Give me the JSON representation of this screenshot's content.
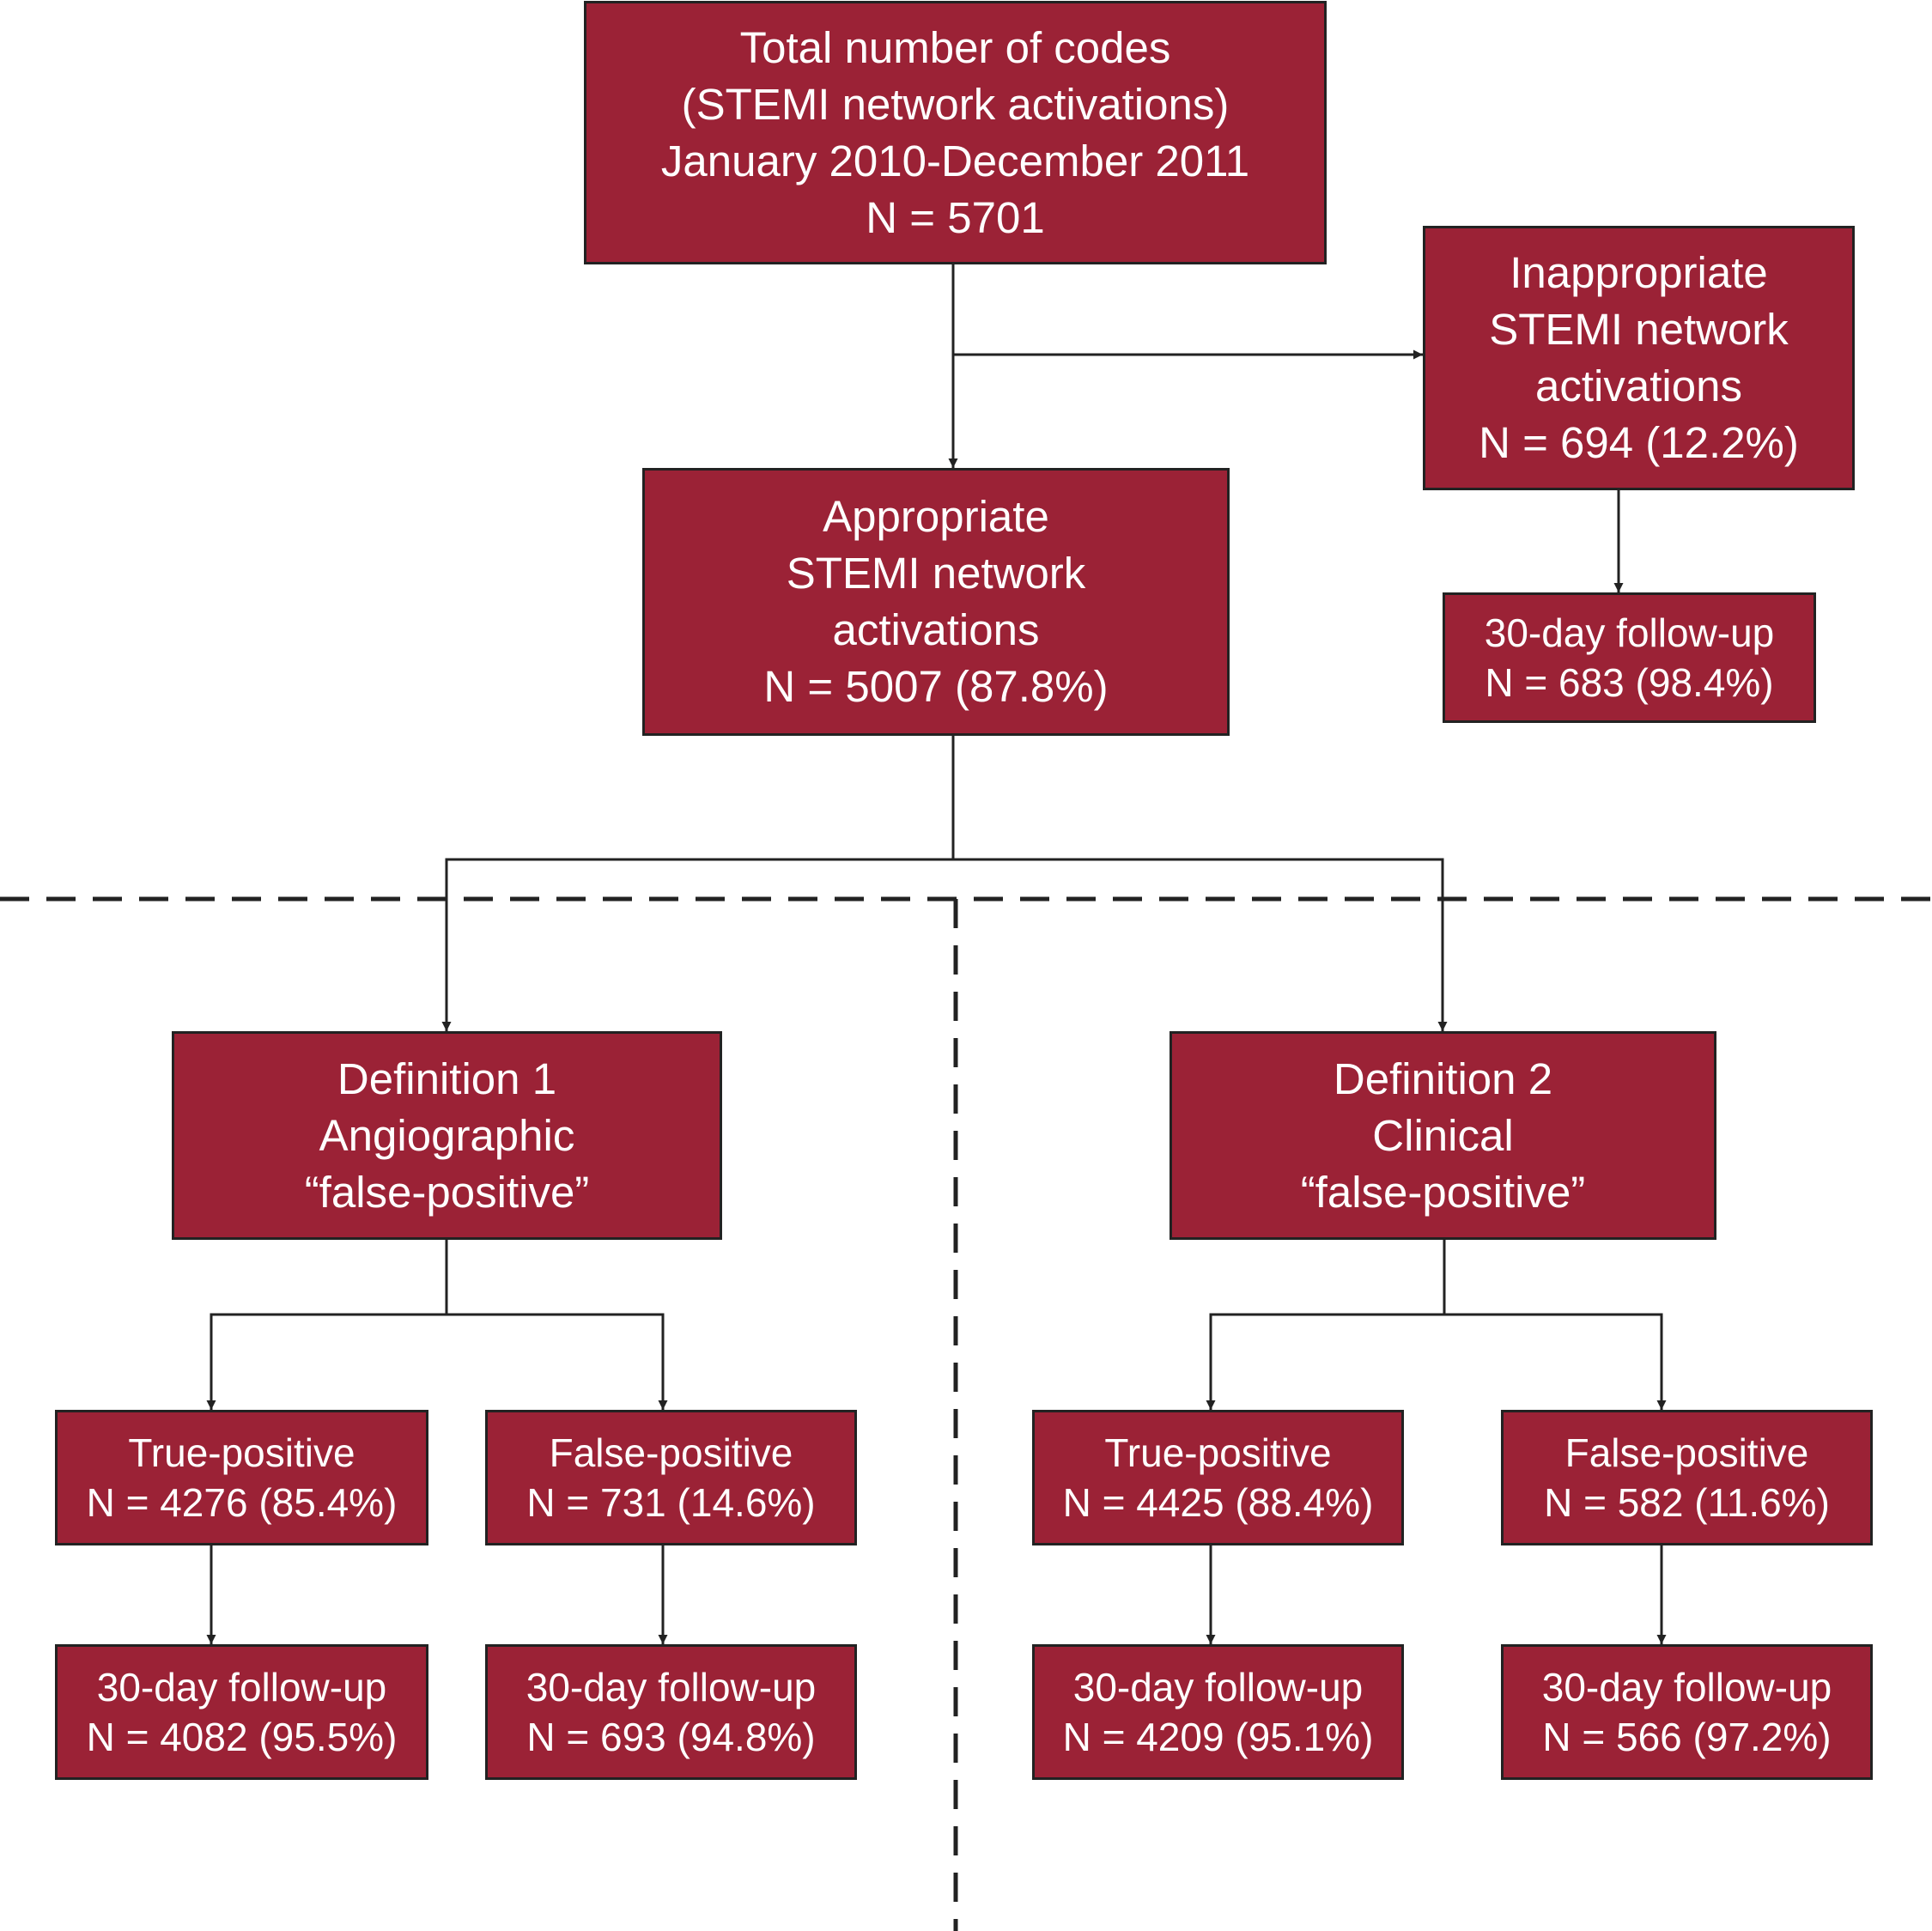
{
  "colors": {
    "box_fill": "#9b2236",
    "box_border": "#222222",
    "box_text": "#ffffff",
    "connector": "#222222"
  },
  "total": {
    "line1": "Total number of codes",
    "line2": "(STEMI network activations)",
    "line3": "January 2010-December 2011",
    "line4": "N = 5701"
  },
  "inappropriate": {
    "line1": "Inappropriate",
    "line2": "STEMI network",
    "line3": "activations",
    "line4": "N = 694 (12.2%)"
  },
  "inappropriate_followup": {
    "line1": "30-day follow-up",
    "line2": "N = 683 (98.4%)"
  },
  "appropriate": {
    "line1": "Appropriate",
    "line2": "STEMI network",
    "line3": "activations",
    "line4": "N = 5007 (87.8%)"
  },
  "definition1": {
    "line1": "Definition 1",
    "line2": "Angiographic",
    "line3": "“false-positive”",
    "true_positive": {
      "line1": "True-positive",
      "line2": "N = 4276 (85.4%)"
    },
    "false_positive": {
      "line1": "False-positive",
      "line2": "N = 731 (14.6%)"
    },
    "true_positive_followup": {
      "line1": "30-day follow-up",
      "line2": "N = 4082 (95.5%)"
    },
    "false_positive_followup": {
      "line1": "30-day follow-up",
      "line2": "N = 693 (94.8%)"
    }
  },
  "definition2": {
    "line1": "Definition 2",
    "line2": "Clinical",
    "line3": "“false-positive”",
    "true_positive": {
      "line1": "True-positive",
      "line2": "N = 4425 (88.4%)"
    },
    "false_positive": {
      "line1": "False-positive",
      "line2": "N = 582 (11.6%)"
    },
    "true_positive_followup": {
      "line1": "30-day follow-up",
      "line2": "N = 4209 (95.1%)"
    },
    "false_positive_followup": {
      "line1": "30-day follow-up",
      "line2": "N = 566 (97.2%)"
    }
  }
}
